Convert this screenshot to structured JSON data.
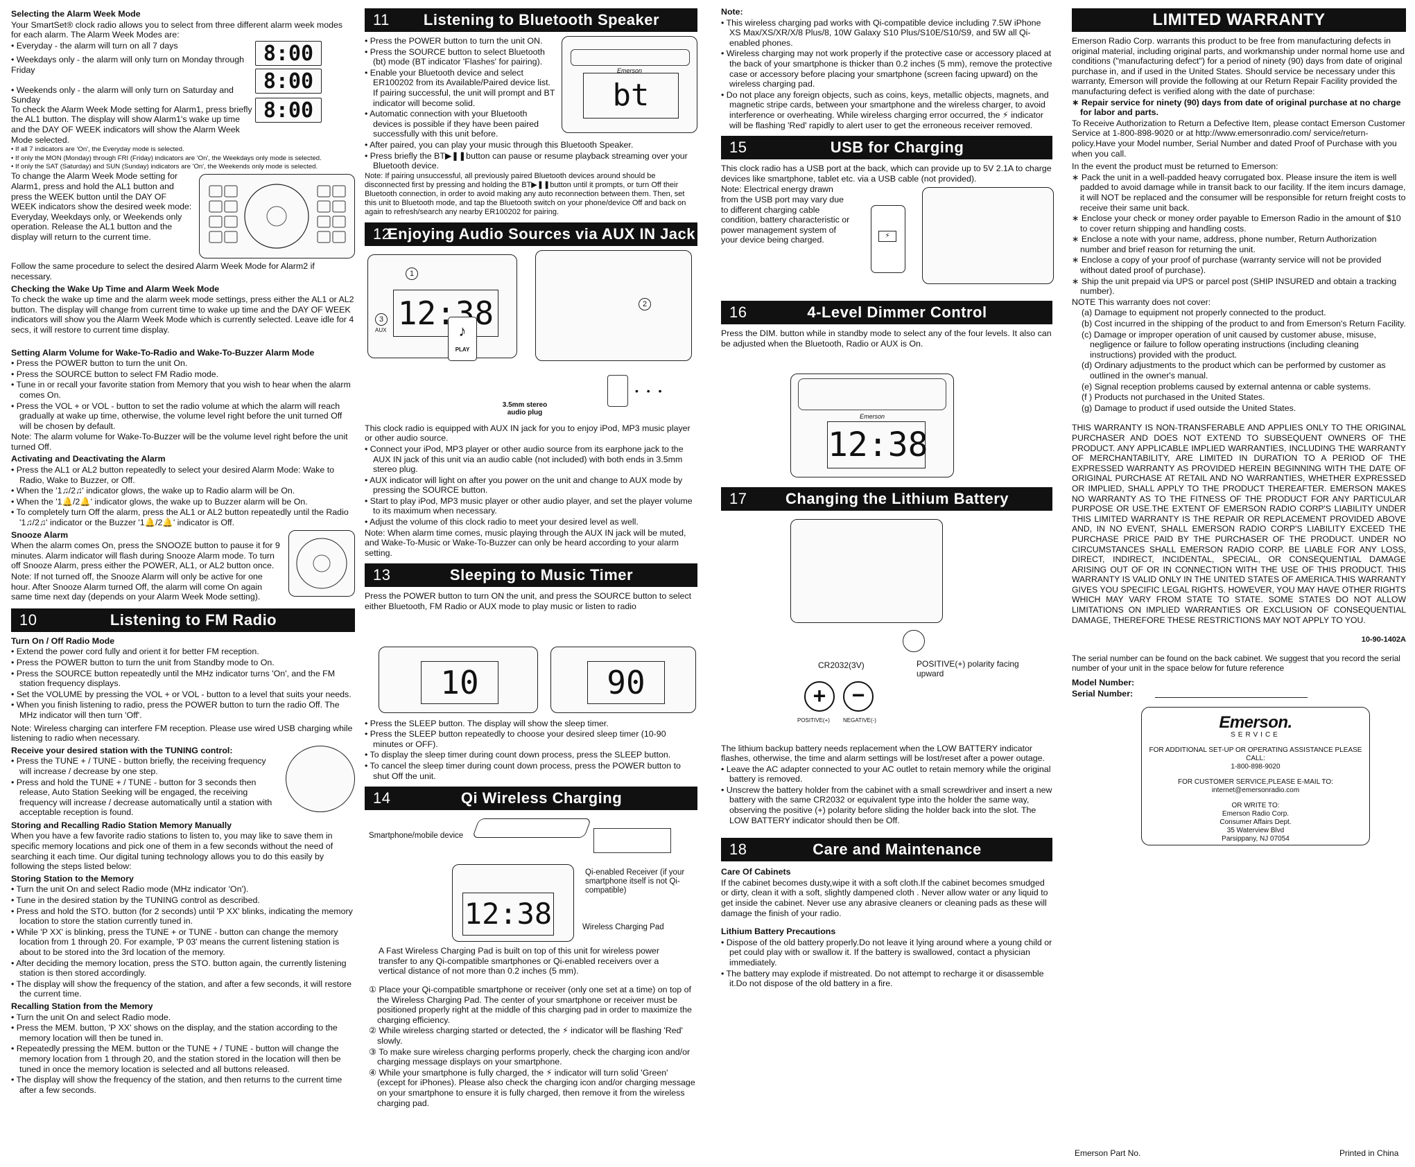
{
  "col1": {
    "week_mode_title": "Selecting the Alarm Week Mode",
    "week_mode_intro": "Your SmartSet® clock radio allows you to select from three different alarm week modes for each alarm. The Alarm Week Modes are:",
    "everyday": "• Everyday - the alarm will turn on all 7 days",
    "weekdays": "• Weekdays only - the alarm will only turn on Monday through Friday",
    "weekends": "• Weekends only - the alarm will only turn on Saturday and Sunday",
    "lcd_time": "8:00",
    "check_week": "To check the Alarm Week Mode setting for Alarm1, press briefly the AL1 button. The display will show Alarm1's wake up time and the DAY OF WEEK indicators will show the Alarm Week Mode selected.",
    "note_all7": "• If all 7 indicators are 'On', the Everyday mode is selected.",
    "note_weekdays": "• If only the MON (Monday) through FRI (Friday) indicators are 'On', the Weekdays only mode is selected.",
    "note_weekends": "• If only the SAT (Saturday) and SUN (Sunday) indicators are 'On', the Weekends only mode is selected.",
    "change_week": "To change the Alarm Week Mode setting for Alarm1, press and hold the AL1 button and press the WEEK button until the DAY OF WEEK indicators show the desired week mode: Everyday, Weekdays only, or Weekends only operation. Release the AL1 button and the display will return to the current time.",
    "follow_alarm2": "Follow the same procedure to select the desired Alarm Week Mode for Alarm2 if necessary.",
    "checking_title": "Checking the Wake Up Time and Alarm Week Mode",
    "checking_text": "To check the wake up time and the alarm week mode settings, press either the AL1 or AL2 button. The display will change from current time to wake up time and the DAY OF WEEK indicators will show you the Alarm Week Mode which is currently selected. Leave idle for 4 secs, it will restore to current time display.",
    "volume_title": "Setting Alarm Volume for Wake-To-Radio and Wake-To-Buzzer Alarm Mode",
    "volume_items": [
      "• Press the POWER button to turn the unit On.",
      "• Press the SOURCE button to select FM Radio mode.",
      "• Tune in or recall your favorite station from Memory that you wish to hear when the alarm comes On.",
      "• Press the VOL + or VOL - button to set the radio volume at which the alarm will reach gradually at wake up time, otherwise, the volume level right before the unit turned Off will be chosen by default."
    ],
    "volume_note": "Note: The alarm volume for Wake-To-Buzzer will be the volume level right before the unit turned Off.",
    "activating_title": "Activating and Deactivating the Alarm",
    "activating_items": [
      "• Press the AL1 or AL2 button repeatedly to select your desired Alarm Mode: Wake to Radio, Wake to Buzzer, or Off.",
      "• When the '1♫/2♫' indicator glows, the wake up to Radio alarm will be On.",
      "• When the '1🔔/2🔔' indicator glows, the wake up to Buzzer alarm will be On.",
      "• To completely turn Off the alarm, press the AL1 or AL2 button repeatedly until the Radio '1♫/2♫' indicator or the Buzzer '1🔔/2🔔' indicator is Off."
    ],
    "snooze_title": "Snooze Alarm",
    "snooze_text": "When the alarm comes On, press the SNOOZE button to pause it for 9 minutes. Alarm indicator will flash during Snooze Alarm mode. To turn off Snooze Alarm, press either the POWER, AL1, or AL2 button once.",
    "snooze_note": "Note: If not turned off, the Snooze Alarm will only be active for one hour. After Snooze Alarm turned Off, the alarm will come On again same time next day (depends on your Alarm Week Mode setting).",
    "s10_num": "10",
    "s10_title": "Listening to FM Radio",
    "onoff_title": "Turn On / Off Radio Mode",
    "onoff_items": [
      "• Extend the power cord fully and orient it for better FM reception.",
      "• Press the POWER button to turn the unit from Standby mode to On.",
      "• Press the SOURCE button repeatedly until the MHz indicator turns 'On', and the FM station frequency displays.",
      "• Set the VOLUME by pressing the VOL + or VOL - button to a level that suits your needs.",
      "• When you finish listening to radio, press the POWER button to turn the radio Off. The MHz indicator will then turn 'Off'."
    ],
    "fm_note": "Note: Wireless charging can interfere FM reception. Please use wired USB charging while listening to radio when necessary.",
    "tuning_title": "Receive your desired station with the TUNING control:",
    "tuning_items": [
      "• Press the TUNE + / TUNE - button briefly, the receiving frequency will increase / decrease by one step.",
      "• Press and hold the TUNE + / TUNE - button for 3 seconds then release, Auto Station Seeking will be engaged, the receiving frequency will increase / decrease automatically until a station with acceptable reception is found."
    ],
    "storing_title": "Storing and Recalling Radio Station Memory Manually",
    "storing_text": "When you have a few favorite radio stations to listen to, you may like to save them in specific memory locations and pick one of them in a few seconds without the need of searching it each time. Our digital tuning technology allows you to do this easily by following the steps listed below:",
    "storing_mem_title": "Storing Station to the Memory",
    "storing_items": [
      "• Turn the unit On and select Radio mode (MHz indicator 'On').",
      "• Tune in the desired station by the TUNING control as described.",
      "• Press and hold the STO. button (for 2 seconds) until 'P XX' blinks, indicating the memory location to store the station currently tuned in.",
      "• While 'P XX' is blinking, press the TUNE + or TUNE - button can change the memory location from 1 through 20. For example, 'P 03' means the current listening station is about to be stored into the 3rd location of the memory.",
      "• After deciding the memory location, press the STO. button again, the currently listening station is then stored accordingly.",
      "• The display will show the frequency of the station, and after a few seconds, it will restore the current time."
    ],
    "recall_title": "Recalling Station from the Memory",
    "recall_items": [
      "• Turn the unit On and select Radio mode.",
      "• Press the MEM. button, 'P XX' shows on the display, and the station according to the memory location will then be tuned in.",
      "• Repeatedly pressing the MEM. button or the TUNE + / TUNE - button will change the memory location from 1 through 20, and the station stored in the location will then be tuned in once the memory location is selected and all buttons released.",
      "• The display will show the frequency of the station, and then returns to the current time after a few seconds."
    ]
  },
  "col2": {
    "s11_num": "11",
    "s11_title": "Listening to Bluetooth Speaker",
    "bt_items": [
      "• Press the POWER button to turn the unit ON.",
      "• Press the SOURCE button to select Bluetooth (bt) mode (BT indicator 'Flashes' for pairing).",
      "• Enable your Bluetooth device and select ER100202 from its Available/Paired device list. If pairing successful, the unit will prompt and BT indicator will become solid.",
      "• Automatic connection with your Bluetooth devices is possible if they have been paired successfully with this unit before.",
      "• After paired, you can play your music through this Bluetooth Speaker.",
      "• Press briefly the BT▶❚❚button can pause or resume playback streaming over your Bluetooth device."
    ],
    "bt_lcd": "bt",
    "bt_brand": "Emerson",
    "bt_note": "Note: If pairing unsuccessful, all previously paired Bluetooth devices around should be disconnected first by pressing and holding the BT▶❚❚button until it prompts, or turn Off their Bluetooth connection, in order to avoid making any auto reconnection between them. Then, set this unit to Bluetooth mode, and tap the Bluetooth switch on your phone/device Off and back on again to refresh/search any nearby ER100202 for pairing.",
    "s12_num": "12",
    "s12_title": "Enjoying Audio Sources via AUX IN Jack",
    "aux_lcd": "12:38",
    "aux_label": "AUX",
    "aux_play": "PLAY",
    "aux_plug": "3.5mm stereo audio plug",
    "aux_callouts": [
      "1",
      "2",
      "3"
    ],
    "aux_text": "This clock radio is equipped with AUX IN jack for you to enjoy iPod, MP3 music player or other audio source.",
    "aux_items": [
      "• Connect your iPod, MP3 player or other audio source from its earphone jack to the AUX IN jack of this unit via an audio cable (not included) with both ends in 3.5mm stereo plug.",
      "• AUX indicator will light on after you power on the unit and change to AUX mode by pressing the SOURCE button.",
      "• Start to play iPod, MP3 music player or other audio player, and set the player volume to its maximum when necessary.",
      "• Adjust the volume of this clock radio to meet your desired level as well."
    ],
    "aux_note": "Note: When alarm time comes, music playing through the AUX IN jack will be muted, and Wake-To-Music or Wake-To-Buzzer can only be heard according to your alarm setting.",
    "s13_num": "13",
    "s13_title": "Sleeping to Music Timer",
    "sleep_text": "Press the POWER button to turn ON the unit, and press the SOURCE button to select either Bluetooth, FM Radio or AUX mode to play music or listen to radio",
    "sleep_lcd1": "10",
    "sleep_lcd2": "90",
    "sleep_items": [
      "• Press the SLEEP button. The display will show the sleep timer.",
      "• Press the SLEEP button repeatedly to choose your desired sleep timer (10-90 minutes or OFF).",
      "• To display the sleep timer during count down process, press the SLEEP button.",
      "• To cancel the sleep timer during count down process, press the POWER button to shut Off the unit."
    ],
    "s14_num": "14",
    "s14_title": "Qi Wireless Charging",
    "qi_phone_label": "Smartphone/mobile device",
    "qi_receiver_label": "Qi-enabled Receiver (if your smartphone itself is not Qi-compatible)",
    "qi_pad_label": "Wireless Charging Pad",
    "qi_lcd": "12:38",
    "qi_text": "A Fast Wireless Charging Pad is built on top of this unit for wireless power transfer to any Qi-compatible smartphones or Qi-enabled receivers over a vertical distance of not more than 0.2 inches (5 mm).",
    "qi_steps": [
      "① Place your Qi-compatible smartphone or receiver (only one set at a time) on top of the Wireless Charging Pad. The center of your smartphone or receiver must be positioned properly right at the middle of this charging pad in order to maximize the charging efficiency.",
      "② While wireless charging started or detected, the ⚡ indicator will be flashing 'Red' slowly.",
      "③ To make sure wireless charging performs properly, check the charging icon and/or charging message displays on your smartphone.",
      "④ While your smartphone is fully charged, the ⚡ indicator will turn solid 'Green' (except for iPhones). Please also check the charging icon and/or charging message on your smartphone to ensure it is fully charged, then remove it from the wireless charging pad."
    ]
  },
  "col3": {
    "note_title": "Note:",
    "note_items": [
      "• This wireless charging pad works with Qi-compatible device including 7.5W iPhone XS Max/XS/XR/X/8 Plus/8, 10W Galaxy S10 Plus/S10E/S10/S9, and 5W all Qi-enabled phones.",
      "• Wireless charging may not work properly if the protective case or accessory placed at the back of your smartphone is thicker than 0.2 inches (5 mm), remove the protective case or accessory before placing your smartphone (screen facing upward) on the wireless charging pad.",
      "• Do not place any foreign objects, such as coins, keys, metallic objects, magnets, and magnetic stripe cards, between your smartphone and the wireless charger, to avoid interference or overheating. While wireless charging error occurred, the ⚡ indicator will be flashing 'Red' rapidly to alert user to get the erroneous receiver removed."
    ],
    "s15_num": "15",
    "s15_title": "USB for Charging",
    "usb_text": "This clock radio has a USB port at the back, which can provide up to 5V 2.1A to charge devices like smartphone, tablet etc. via a USB cable (not provided).",
    "usb_note": "Note: Electrical energy drawn from the USB port may vary due to different charging cable condition, battery characteristic or power management system of your device being charged.",
    "s16_num": "16",
    "s16_title": "4-Level Dimmer Control",
    "dim_text": "Press the DIM. button while in standby mode to select any of the four levels. It also can be adjusted when the Bluetooth, Radio or AUX is On.",
    "dim_lcd": "12:38",
    "dim_brand": "Emerson",
    "s17_num": "17",
    "s17_title": "Changing the Lithium Battery",
    "batt_model": "CR2032(3V)",
    "batt_polarity": "POSITIVE(+) polarity facing upward",
    "batt_pos": "POSITIVE(+)",
    "batt_neg": "NEGATIVE(-)",
    "batt_text": "The lithium backup battery needs replacement when the LOW BATTERY indicator flashes, otherwise, the time and alarm settings will be lost/reset after a power outage.",
    "batt_items": [
      "• Leave the AC adapter connected to your AC outlet to retain memory while the original battery is removed.",
      "• Unscrew the battery holder from the cabinet with a small screwdriver and insert a new battery with the same CR2032 or equivalent type into the holder the same way, observing the positive (+) polarity before sliding the holder back into the slot. The LOW BATTERY indicator should then be Off."
    ],
    "s18_num": "18",
    "s18_title": "Care and Maintenance",
    "care_title": "Care Of Cabinets",
    "care_text": "If the cabinet becomes dusty,wipe it with a soft cloth.If the cabinet becomes smudged or dirty, clean it with a soft, slightly dampened cloth . Never allow water or any liquid to get inside the cabinet. Never use any abrasive cleaners or cleaning pads as these will damage the finish of your radio.",
    "lith_title": "Lithium Battery Precautions",
    "lith_items": [
      "• Dispose of the old battery properly.Do not leave it lying around where a young child or pet could play with or swallow it. If the battery is swallowed, contact a physician immediately.",
      "• The battery may explode if mistreated. Do not attempt to recharge it or disassemble it.Do not dispose of the old battery in a fire."
    ]
  },
  "col4": {
    "title": "LIMITED WARRANTY",
    "intro": "Emerson Radio Corp. warrants this product to be free from manufacturing defects in original material, including original parts, and workmanship under normal home use and conditions (\"manufacturing defect\") for a period of ninety (90) days from date of original purchase in, and if used in the United States. Should service be necessary under this warranty, Emerson will provide the following at our Return Repair Facility provided the manufacturing defect is verified along with the date of purchase:",
    "repair": "∗ Repair service for ninety (90) days from date of original purchase at no charge for labor and parts.",
    "auth": "To Receive Authorization to Return a Defective Item, please contact Emerson Customer Service at 1-800-898-9020 or at http://www.emersonradio.com/ service/return-policy.Have your Model number, Serial Number and dated Proof of Purchase with you when you call.",
    "event": "In the event the product must be returned to Emerson:",
    "return_items": [
      "∗ Pack the unit in a well-padded heavy corrugated box. Please insure the item is well padded to avoid damage while in transit back to our facility. If the item incurs damage, it will NOT be replaced and the consumer will be responsible for return freight costs to receive their same unit back.",
      "∗ Enclose your check or money order payable to Emerson Radio in the amount of $10 to cover return shipping and handling costs.",
      "∗ Enclose a note with your name, address, phone number, Return Authorization number and brief reason for returning the unit.",
      "∗ Enclose a copy of your proof of purchase (warranty service will not be provided without dated proof of purchase).",
      "∗ Ship the unit prepaid via UPS or parcel post (SHIP INSURED and obtain a tracking number)."
    ],
    "notcover": "NOTE This warranty does not cover:",
    "notcover_items": [
      "(a) Damage to equipment not properly connected to the product.",
      "(b) Cost incurred in the shipping of the product to and from Emerson's Return Facility.",
      "(c) Damage or improper operation of unit caused by customer abuse, misuse, negligence or failure to follow operating instructions (including cleaning instructions) provided with the product.",
      "(d) Ordinary adjustments to the product which can be performed by customer as outlined in the owner's manual.",
      "(e) Signal reception problems caused by external antenna or cable systems.",
      "(f ) Products not purchased in the United States.",
      "(g) Damage to product if used outside the United States."
    ],
    "caps": "THIS WARRANTY IS NON-TRANSFERABLE AND APPLIES ONLY TO THE ORIGINAL PURCHASER AND DOES NOT EXTEND TO SUBSEQUENT OWNERS OF THE PRODUCT. ANY APPLICABLE IMPLIED WARRANTIES, INCLUDING THE WARRANTY OF MERCHANTABILITY, ARE LIMITED IN DURATION TO A PERIOD OF THE EXPRESSED WARRANTY AS PROVIDED HEREIN BEGINNING WITH THE DATE OF ORIGINAL PURCHASE AT RETAIL AND NO WARRANTIES, WHETHER EXPRESSED OR IMPLIED, SHALL APPLY TO THE PRODUCT THEREAFTER. EMERSON MAKES NO WARRANTY AS TO THE FITNESS OF THE PRODUCT FOR ANY PARTICULAR PURPOSE OR USE.THE EXTENT OF EMERSON RADIO CORP'S LIABILITY UNDER THIS LIMITED WARRANTY IS THE REPAIR OR REPLACEMENT PROVIDED ABOVE AND, IN NO EVENT, SHALL EMERSON RADIO CORP'S LIABILITY EXCEED THE PURCHASE PRICE PAID BY THE PURCHASER OF THE PRODUCT. UNDER NO CIRCUMSTANCES SHALL EMERSON RADIO CORP. BE LIABLE FOR ANY LOSS, DIRECT, INDIRECT, INCIDENTAL, SPECIAL, OR CONSEQUENTIAL DAMAGE ARISING OUT OF OR IN CONNECTION WITH THE USE OF THIS PRODUCT. THIS WARRANTY IS VALID ONLY IN THE UNITED STATES OF AMERICA.THIS WARRANTY GIVES YOU SPECIFIC LEGAL RIGHTS. HOWEVER, YOU MAY HAVE OTHER RIGHTS WHICH MAY VARY FROM STATE TO STATE. SOME STATES DO NOT ALLOW LIMITATIONS ON IMPLIED WARRANTIES OR EXCLUSION OF CONSEQUENTIAL DAMAGE, THEREFORE THESE RESTRICTIONS MAY NOT APPLY TO YOU.",
    "code": "10-90-1402A",
    "serial_intro": "The serial number can be found on the back cabinet. We suggest that you record the serial number of your unit in the space below for future reference",
    "model_label": "Model Number:",
    "serial_label": "Serial Number:",
    "card_logo": "Emerson.",
    "card_service": "SERVICE",
    "card_l1": "FOR ADDITIONAL SET-UP OR OPERATING ASSISTANCE PLEASE CALL:",
    "card_phone": "1-800-898-9020",
    "card_l2": "FOR CUSTOMER SERVICE,PLEASE E-MAIL TO:",
    "card_email": "internet@emersonradio.com",
    "card_write": "OR WRITE TO:",
    "card_addr": [
      "Emerson Radio Corp.",
      "Consumer Affairs Dept.",
      "35 Waterview Blvd",
      "Parsippany, NJ 07054"
    ],
    "part_no": "Emerson Part No.",
    "printed": "Printed in China"
  }
}
